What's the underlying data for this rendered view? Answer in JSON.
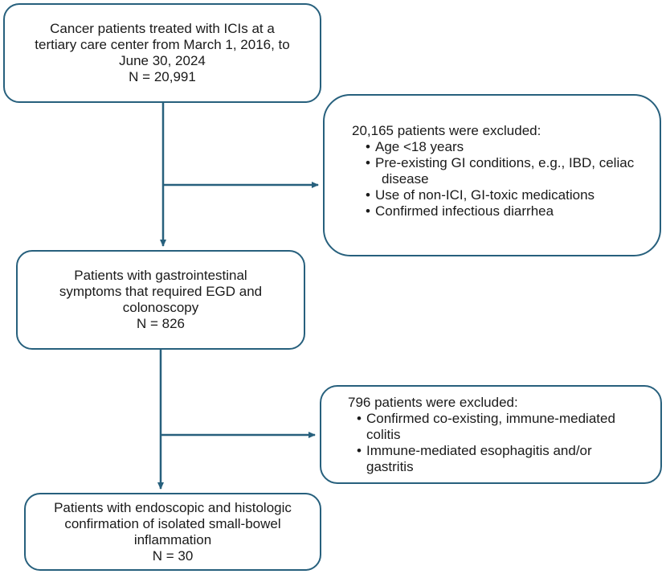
{
  "nodes": {
    "start": {
      "lines": [
        "Cancer patients treated with ICIs at a",
        "tertiary care center from March 1, 2016, to",
        "June 30, 2024",
        "N = 20,991"
      ]
    },
    "exclusion1": {
      "title": "20,165 patients were excluded:",
      "items": [
        {
          "lines": [
            "Age <18 years"
          ]
        },
        {
          "lines": [
            "Pre-existing GI conditions, e.g., IBD, celiac",
            "disease"
          ]
        },
        {
          "lines": [
            "Use of non-ICI, GI-toxic medications"
          ]
        },
        {
          "lines": [
            "Confirmed infectious diarrhea"
          ]
        }
      ]
    },
    "gi_symptoms": {
      "lines": [
        "Patients with gastrointestinal",
        "symptoms that required EGD and",
        "colonoscopy",
        "N = 826"
      ]
    },
    "exclusion2": {
      "title": "796 patients were excluded:",
      "items": [
        {
          "lines": [
            "Confirmed co-existing, immune-mediated",
            "colitis"
          ]
        },
        {
          "lines": [
            "Immune-mediated esophagitis and/or",
            "gastritis"
          ]
        }
      ]
    },
    "final": {
      "lines": [
        "Patients with endoscopic and histologic",
        "confirmation of isolated small-bowel",
        "inflammation",
        "N = 30"
      ]
    }
  },
  "bullet_glyph": "•",
  "colors": {
    "stroke": "#27607d",
    "text": "#1a1a1a"
  }
}
